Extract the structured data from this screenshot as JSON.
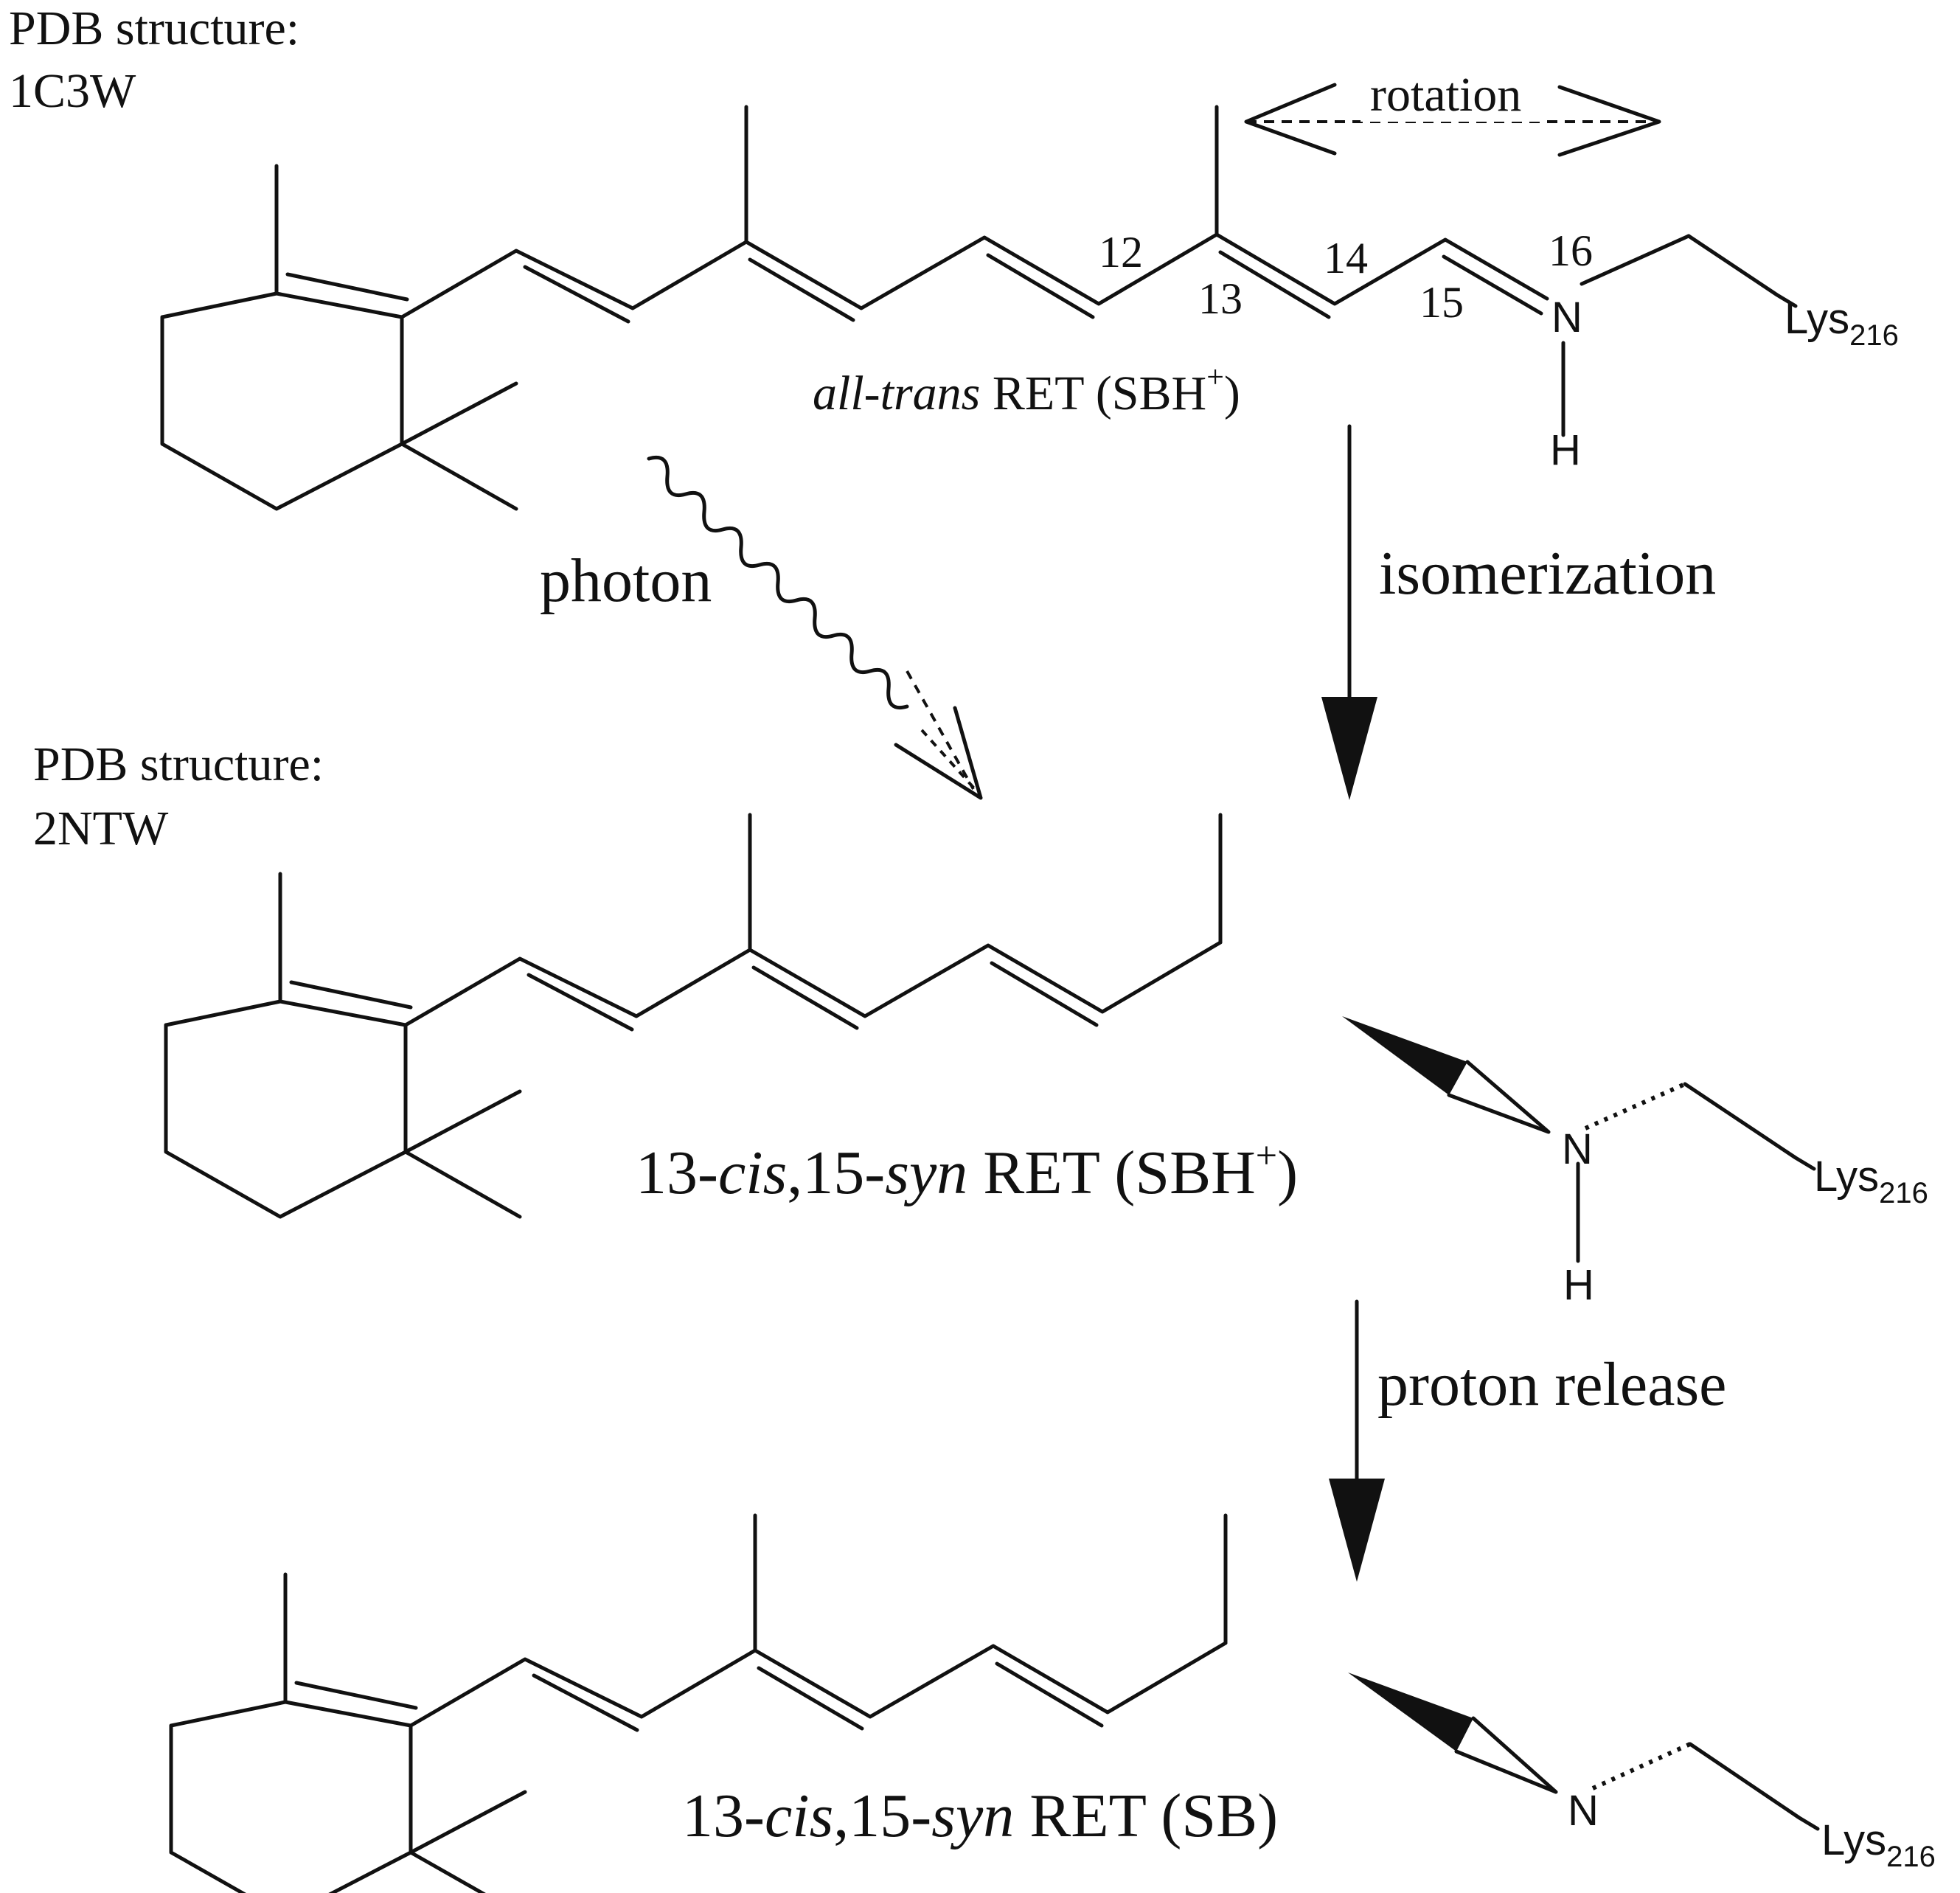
{
  "labels": {
    "pdb_top_prefix": "PDB structure:",
    "pdb_top_id": "1C3W",
    "pdb_mid_prefix": "PDB structure:",
    "pdb_mid_id": "2NTW",
    "rotation": "rotation",
    "photon": "photon",
    "isomerization": "isomerization",
    "proton_release": "proton release"
  },
  "numbering": [
    "12",
    "13",
    "14",
    "15",
    "16"
  ],
  "atoms": {
    "nitrogen": "N",
    "hydrogen": "H",
    "lysine": "Lys",
    "lysine_index": "216"
  },
  "molecule_names": {
    "top": {
      "italic": "all-trans",
      "rest": " RET (SBH",
      "charge": "+",
      "close": ")"
    },
    "middle": {
      "prefix": "13-",
      "cis": "cis",
      "mid": ",15-",
      "syn": "syn",
      "rest": " RET (SBH",
      "charge": "+",
      "close": ")"
    },
    "bottom": {
      "prefix": "13-",
      "cis": "cis",
      "mid": ",15-",
      "syn": "syn",
      "rest": " RET (SB)"
    }
  }
}
